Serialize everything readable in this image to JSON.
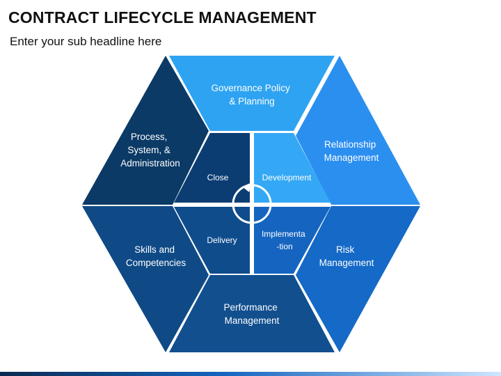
{
  "header": {
    "title": "CONTRACT LIFECYCLE MANAGEMENT",
    "subtitle": "Enter your sub headline here"
  },
  "segments": {
    "top": {
      "line1": "Governance Policy",
      "line2": "& Planning",
      "color": "#2ea3f2"
    },
    "upper_right": {
      "line1": "Relationship",
      "line2": "Management",
      "color": "#2b8ff0"
    },
    "lower_right": {
      "line1": "Risk",
      "line2": "Management",
      "color": "#1569c7"
    },
    "bottom": {
      "line1": "Performance",
      "line2": "Management",
      "color": "#124f8f"
    },
    "lower_left": {
      "line1": "Skills and",
      "line2": "Competencies",
      "color": "#0f4a86"
    },
    "upper_left": {
      "line1": "Process,",
      "line2": "System, &",
      "line3": "Administration",
      "color": "#0b3a66"
    }
  },
  "inner": {
    "close": {
      "label": "Close",
      "color": "#0b3d73"
    },
    "development": {
      "label": "Development",
      "color": "#34a8f5"
    },
    "delivery": {
      "label": "Delivery",
      "color": "#0f4c8c"
    },
    "implementation": {
      "line1": "Implementa",
      "line2": "-tion",
      "color": "#1565c0"
    }
  },
  "icons": {
    "cycle": "cycle-arrow-icon"
  }
}
